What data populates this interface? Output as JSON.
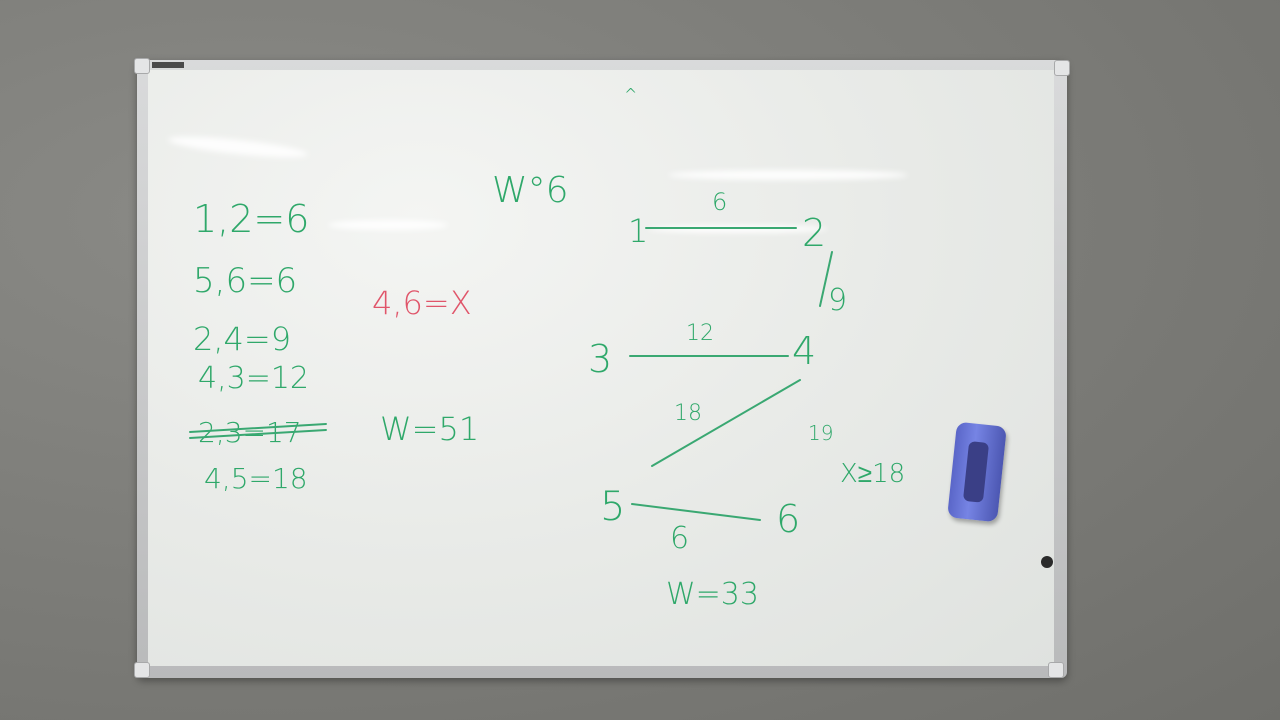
{
  "board": {
    "left_list": {
      "items": [
        "1,2=6",
        "5,6=6",
        "2,4=9",
        "4,3=12",
        "2,3=17",
        "4,5=18"
      ],
      "struck_index": 4
    },
    "middle": {
      "red_note": "4,6=X",
      "w_left": "W=51",
      "w_top": "W°6"
    },
    "graph": {
      "nodes": {
        "n1": "1",
        "n2": "2",
        "n3": "3",
        "n4": "4",
        "n5": "5",
        "n6": "6"
      },
      "edges": {
        "e12": "6",
        "e24": "9",
        "e34": "12",
        "e45": "18",
        "e46": "19",
        "e56": "6"
      },
      "total": "W=33",
      "constraint": "X≥18"
    },
    "top_mark": "^"
  },
  "colors": {
    "ink_green": "#2fa86a",
    "ink_red": "#e0556a",
    "eraser": "#5a66c8"
  }
}
